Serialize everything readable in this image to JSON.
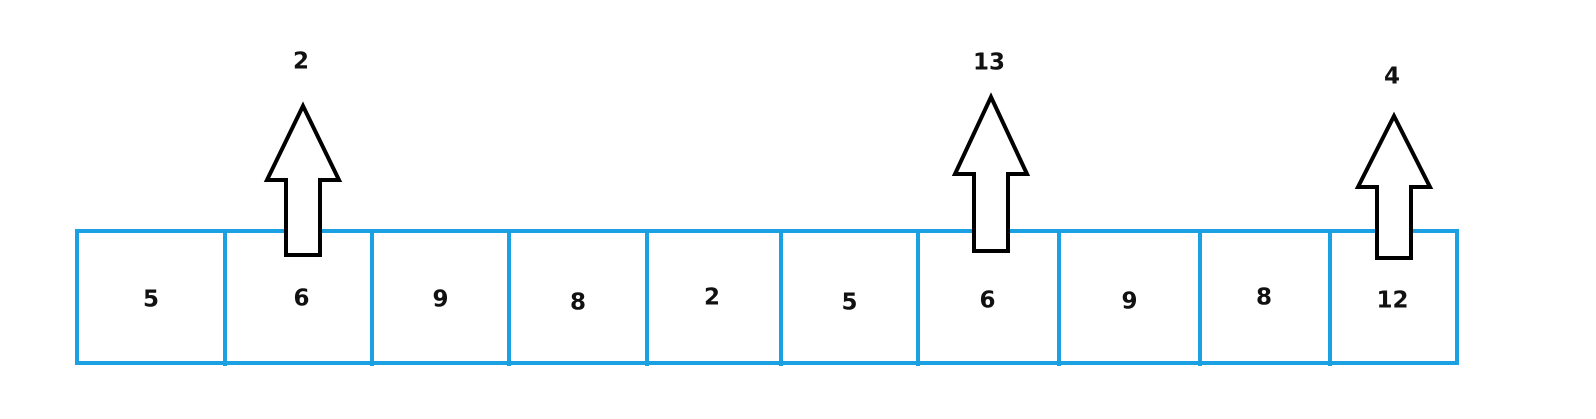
{
  "colors": {
    "cell_border": "#1ba1e2",
    "arrow_stroke": "#000000",
    "background": "#ffffff"
  },
  "cells": [
    "5",
    "6",
    "9",
    "8",
    "2",
    "5",
    "6",
    "9",
    "8",
    "12"
  ],
  "arrows": [
    {
      "cell_index": 1,
      "label": "2"
    },
    {
      "cell_index": 6,
      "label": "13"
    },
    {
      "cell_index": 9,
      "label": "4"
    }
  ]
}
